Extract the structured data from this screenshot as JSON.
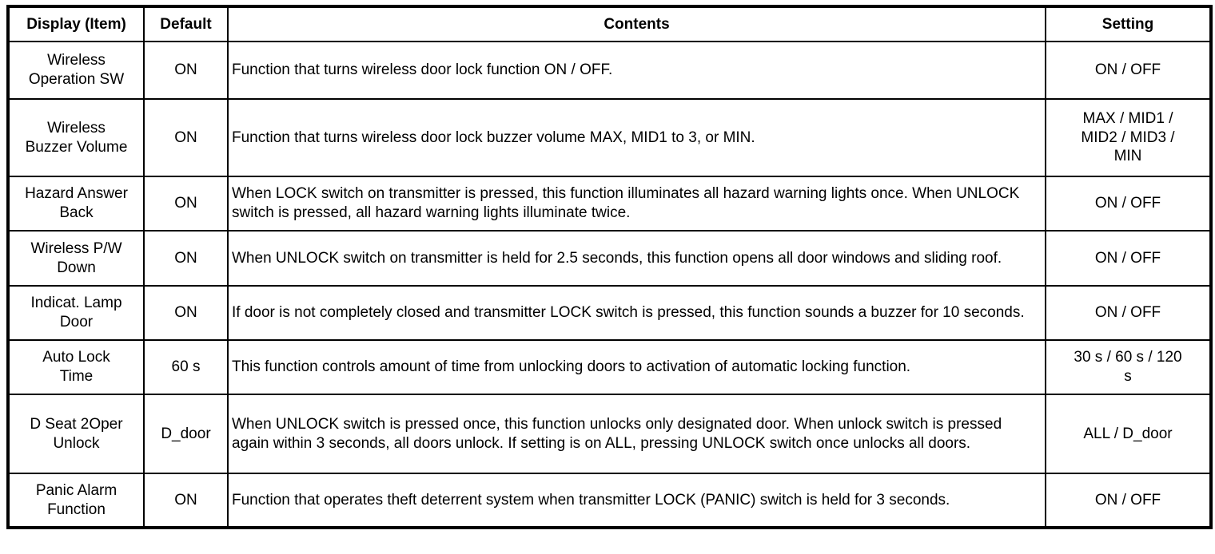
{
  "table": {
    "headers": {
      "item": "Display (Item)",
      "default": "Default",
      "contents": "Contents",
      "setting": "Setting"
    },
    "rows": [
      {
        "item": "Wireless\nOperation SW",
        "default": "ON",
        "contents": "Function that turns wireless door lock function ON / OFF.",
        "setting": "ON / OFF"
      },
      {
        "item": "Wireless\nBuzzer Volume",
        "default": "ON",
        "contents": "Function that turns wireless door lock buzzer volume MAX, MID1 to 3, or MIN.",
        "setting": "MAX / MID1 /\nMID2 / MID3 /\nMIN"
      },
      {
        "item": "Hazard Answer\nBack",
        "default": "ON",
        "contents": "When LOCK switch on transmitter is pressed, this function illuminates all hazard warning lights once. When UNLOCK switch is pressed, all hazard warning lights illuminate twice.",
        "setting": "ON / OFF"
      },
      {
        "item": "Wireless P/W\nDown",
        "default": "ON",
        "contents": "When UNLOCK switch on transmitter is held for 2.5 seconds, this function opens all door windows and sliding roof.",
        "setting": "ON / OFF"
      },
      {
        "item": "Indicat. Lamp\nDoor",
        "default": "ON",
        "contents": "If door is not completely closed and transmitter LOCK switch is pressed, this function sounds a buzzer for 10 seconds.",
        "setting": "ON / OFF"
      },
      {
        "item": "Auto Lock\nTime",
        "default": "60 s",
        "contents": "This function controls amount of time from unlocking doors to activation of automatic locking function.",
        "setting": "30 s / 60 s / 120\ns"
      },
      {
        "item": "D Seat 2Oper\nUnlock",
        "default": "D_door",
        "contents": "When UNLOCK switch is pressed once, this function unlocks only designated door. When unlock switch is pressed again within 3 seconds, all doors unlock. If setting is on ALL, pressing UNLOCK switch once unlocks all doors.",
        "setting": "ALL / D_door"
      },
      {
        "item": "Panic Alarm\nFunction",
        "default": "ON",
        "contents": "Function that operates theft deterrent system when transmitter LOCK (PANIC) switch is held for 3 seconds.",
        "setting": "ON / OFF"
      }
    ]
  }
}
